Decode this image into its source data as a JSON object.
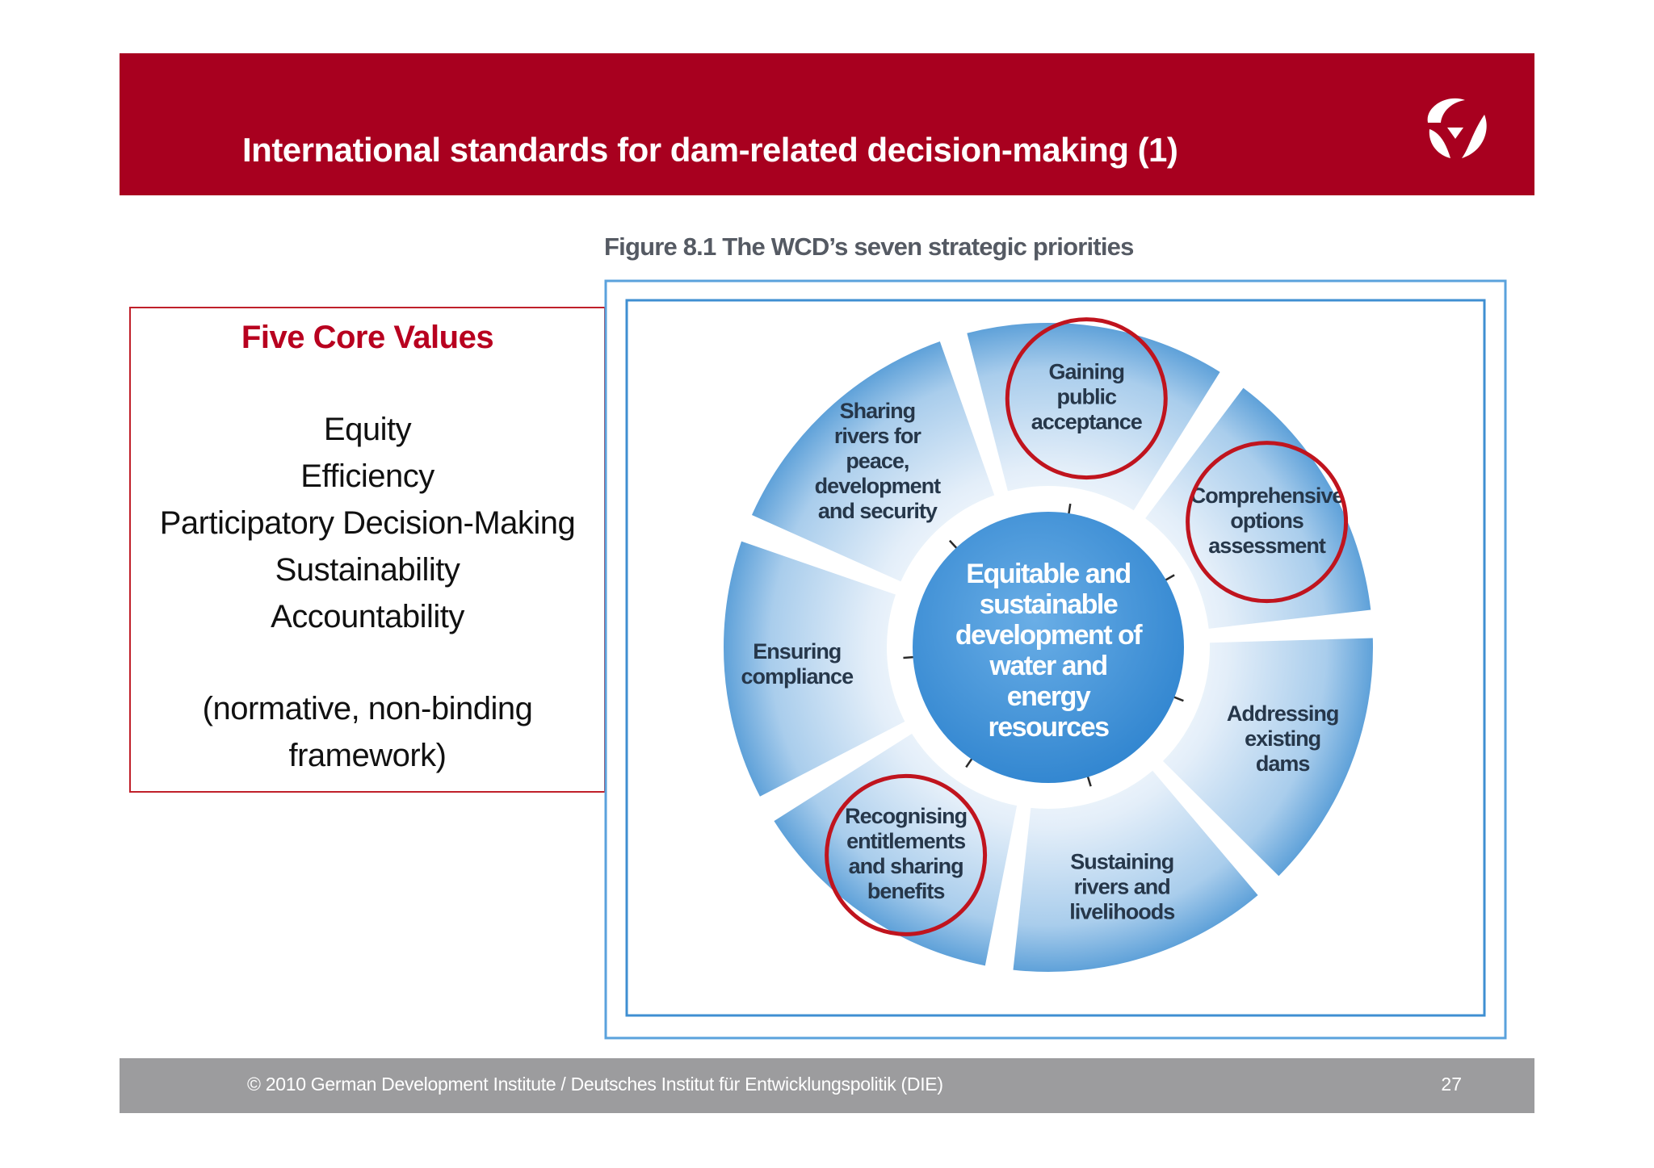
{
  "header": {
    "title": "International standards for dam-related decision-making (1)"
  },
  "core_values": {
    "title": "Five Core Values",
    "items": [
      "Equity",
      "Efficiency",
      "Participatory Decision-Making",
      "Sustainability",
      "Accountability"
    ],
    "note": "(normative, non-binding framework)"
  },
  "figure": {
    "caption": "Figure 8.1 The WCD’s seven strategic priorities",
    "center_lines": [
      "Equitable and",
      "sustainable",
      "development of",
      "water and",
      "energy",
      "resources"
    ],
    "priorities": [
      {
        "lines": [
          "Gaining",
          "public",
          "acceptance"
        ],
        "highlighted": true
      },
      {
        "lines": [
          "Comprehensive",
          "options",
          "assessment"
        ],
        "highlighted": true
      },
      {
        "lines": [
          "Addressing",
          "existing",
          "dams"
        ],
        "highlighted": false
      },
      {
        "lines": [
          "Sustaining",
          "rivers and",
          "livelihoods"
        ],
        "highlighted": false
      },
      {
        "lines": [
          "Recognising",
          "entitlements",
          "and sharing",
          "benefits"
        ],
        "highlighted": true
      },
      {
        "lines": [
          "Ensuring",
          "compliance"
        ],
        "highlighted": false
      },
      {
        "lines": [
          "Sharing",
          "rivers for",
          "peace,",
          "development",
          "and security"
        ],
        "highlighted": false
      }
    ],
    "colors": {
      "frame": "#3f8fd2",
      "segment_light": "#e3eef9",
      "segment_dark": "#5b9fd8",
      "center": "#3d8fd6",
      "highlight_circle": "#c0141e",
      "label": "#26374a"
    }
  },
  "footer": {
    "copyright": "© 2010  German Development Institute / Deutsches Institut für Entwicklungspolitik (DIE)",
    "page_number": "27"
  }
}
